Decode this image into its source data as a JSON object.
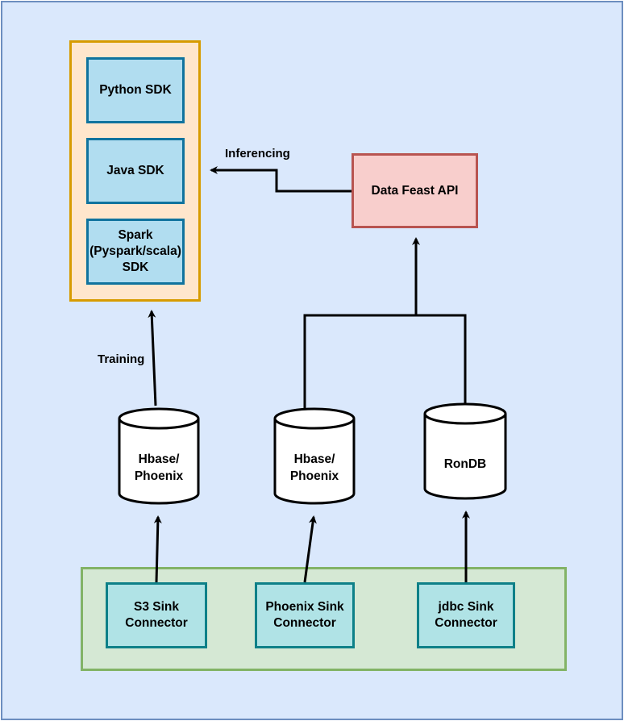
{
  "sdk_group": {
    "python_sdk": "Python SDK",
    "java_sdk": "Java SDK",
    "spark_sdk": "Spark (Pyspark/scala) SDK"
  },
  "api": {
    "label": "Data Feast API"
  },
  "edges": {
    "inferencing": "Inferencing",
    "training": "Training"
  },
  "stores": {
    "hbase_1": "Hbase/ Phoenix",
    "hbase_2": "Hbase/ Phoenix",
    "rondb": "RonDB"
  },
  "connectors": {
    "s3": "S3 Sink Connector",
    "phoenix": "Phoenix Sink Connector",
    "jdbc": "jdbc Sink Connector"
  },
  "colors": {
    "background": "#dae8fc",
    "sdk_group_fill": "#ffe6cc",
    "sdk_fill": "#b1ddf0",
    "api_fill": "#f8cecc",
    "connector_group_fill": "#d5e8d4",
    "connector_fill": "#b0e3e6"
  }
}
